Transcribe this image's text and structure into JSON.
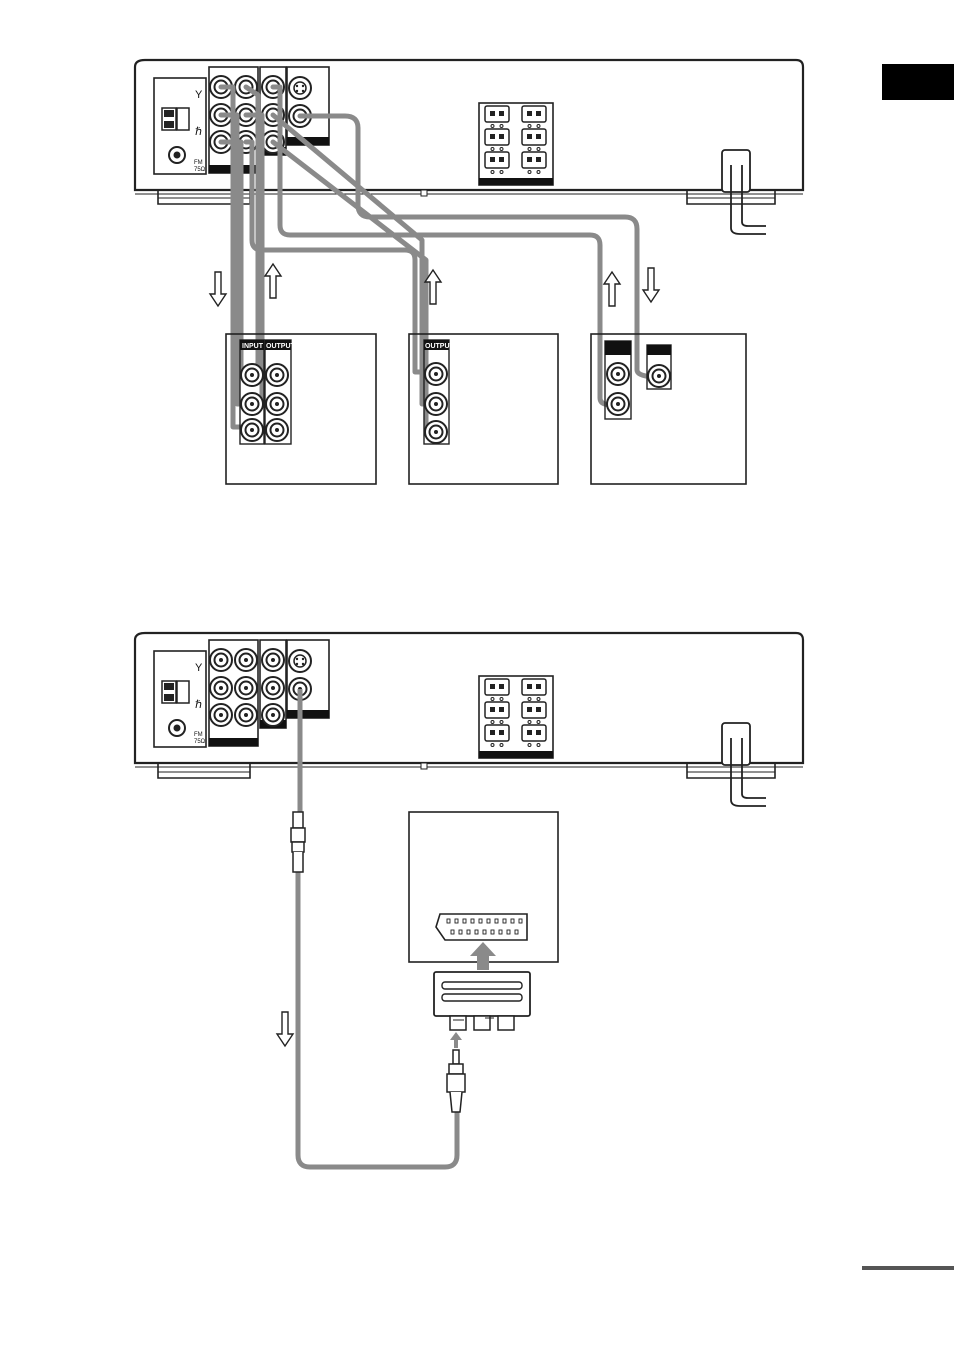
{
  "page": {
    "side_tab_color": "#000000",
    "footer_rule_color": "#555555"
  },
  "diagram_top": {
    "receiver": {
      "antenna_label_fm": "FM",
      "antenna_label_ohm": "75Ω"
    },
    "device_1": {
      "input_label": "INPUT",
      "output_label": "OUTPUT"
    },
    "device_2": {
      "output_label": "OUTPUT"
    }
  },
  "diagram_bottom": {
    "receiver": {
      "antenna_label_fm": "FM",
      "antenna_label_ohm": "75Ω"
    }
  },
  "colors": {
    "cable": "#8a8a8a",
    "outline": "#222222",
    "panel_fill": "#ffffff",
    "label_bar": "#111111"
  }
}
